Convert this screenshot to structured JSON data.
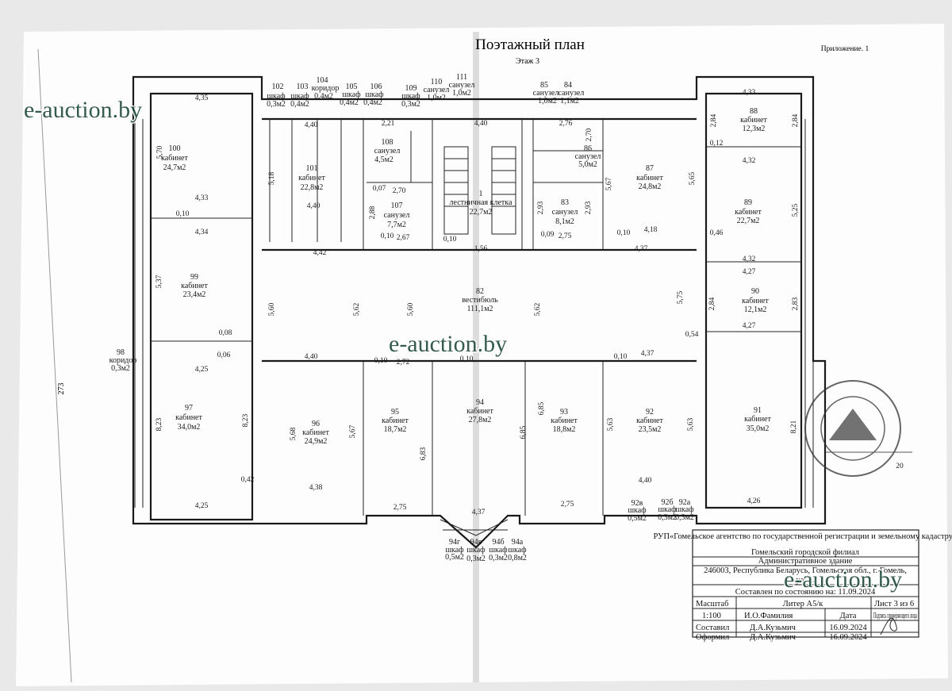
{
  "header": {
    "title": "Поэтажный план",
    "floor": "Этаж 3",
    "appendix": "Приложение. 1",
    "side_number": "273"
  },
  "watermark": "e-auction.by",
  "rooms": [
    {
      "num": "100",
      "name": "кабинет",
      "area": "24,7м2"
    },
    {
      "num": "101",
      "name": "кабинет",
      "area": "22,8м2"
    },
    {
      "num": "102",
      "name": "шкаф",
      "area": "0,3м2"
    },
    {
      "num": "103",
      "name": "шкаф",
      "area": "0,4м2"
    },
    {
      "num": "104",
      "name": "коридор",
      "area": "0,4м2"
    },
    {
      "num": "105",
      "name": "шкаф",
      "area": "0,4м2"
    },
    {
      "num": "106",
      "name": "шкаф",
      "area": "0,4м2"
    },
    {
      "num": "107",
      "name": "санузел",
      "area": "7,7м2"
    },
    {
      "num": "108",
      "name": "санузел",
      "area": "4,5м2"
    },
    {
      "num": "109",
      "name": "шкаф",
      "area": "0,3м2"
    },
    {
      "num": "110",
      "name": "санузел",
      "area": "1,0м2"
    },
    {
      "num": "111",
      "name": "санузел",
      "area": "1,0м2"
    },
    {
      "num": "1",
      "name": "лестничная клетка",
      "area": "22,7м2"
    },
    {
      "num": "85",
      "name": "санузел",
      "area": "1,0м2"
    },
    {
      "num": "84",
      "name": "санузел",
      "area": "1,1м2"
    },
    {
      "num": "86",
      "name": "санузел",
      "area": "5,0м2"
    },
    {
      "num": "83",
      "name": "санузел",
      "area": "8,1м2"
    },
    {
      "num": "87",
      "name": "кабинет",
      "area": "24,8м2"
    },
    {
      "num": "88",
      "name": "кабинет",
      "area": "12,3м2"
    },
    {
      "num": "89",
      "name": "кабинет",
      "area": "22,7м2"
    },
    {
      "num": "90",
      "name": "кабинет",
      "area": "12,1м2"
    },
    {
      "num": "91",
      "name": "кабинет",
      "area": "35,0м2"
    },
    {
      "num": "92",
      "name": "кабинет",
      "area": "23,5м2"
    },
    {
      "num": "92а",
      "name": "шкаф",
      "area": "0,3м2"
    },
    {
      "num": "92б",
      "name": "шкаф",
      "area": "0,3м2"
    },
    {
      "num": "92в",
      "name": "шкаф",
      "area": "0,5м2"
    },
    {
      "num": "93",
      "name": "кабинет",
      "area": "18,8м2"
    },
    {
      "num": "94",
      "name": "кабинет",
      "area": "27,8м2"
    },
    {
      "num": "94а",
      "name": "шкаф",
      "area": "0,8м2"
    },
    {
      "num": "94б",
      "name": "шкаф",
      "area": "0,3м2"
    },
    {
      "num": "94в",
      "name": "шкаф",
      "area": "0,3м2"
    },
    {
      "num": "94г",
      "name": "шкаф",
      "area": "0,5м2"
    },
    {
      "num": "95",
      "name": "кабинет",
      "area": "18,7м2"
    },
    {
      "num": "96",
      "name": "кабинет",
      "area": "24,9м2"
    },
    {
      "num": "97",
      "name": "кабинет",
      "area": "34,0м2"
    },
    {
      "num": "98",
      "name": "коридор",
      "area": "0,3м2"
    },
    {
      "num": "99",
      "name": "кабинет",
      "area": "23,4м2"
    },
    {
      "num": "82",
      "name": "вестибюль",
      "area": "111,1м2"
    }
  ],
  "dims": [
    "4,35",
    "5,70",
    "4,33",
    "0,10",
    "4,34",
    "5,37",
    "0,08",
    "0,06",
    "4,25",
    "8,23",
    "8,23",
    "0,42",
    "4,25",
    "4,40",
    "5,18",
    "4,40",
    "4,42",
    "5,60",
    "5,62",
    "5,60",
    "5,62",
    "2,21",
    "0,07",
    "2,70",
    "2,88",
    "0,10",
    "2,67",
    "4,40",
    "1,56",
    "0,10",
    "2,76",
    "2,70",
    "2,93",
    "2,93",
    "0,09",
    "2,75",
    "5,67",
    "4,18",
    "5,65",
    "0,10",
    "4,37",
    "4,33",
    "2,84",
    "2,84",
    "0,12",
    "4,32",
    "5,25",
    "0,46",
    "4,32",
    "4,27",
    "2,84",
    "2,83",
    "4,27",
    "0,54",
    "5,75",
    "4,40",
    "0,10",
    "2,72",
    "0,10",
    "5,68",
    "5,67",
    "4,38",
    "6,83",
    "2,75",
    "6,85",
    "4,37",
    "6,85",
    "2,75",
    "5,63",
    "4,37",
    "0,10",
    "4,40",
    "5,63",
    "8,21",
    "4,26",
    "20"
  ],
  "title_block": {
    "org": "РУП«Гомельское агентство по государственной регистрации и земельному кадастру»",
    "branch": "Гомельский городской филиал",
    "object": "Административное здание",
    "address1": "246003, Республика Беларусь, Гомельская обл., г. Гомель,",
    "address2": "ул. ...",
    "state_date": "Составлен по состоянию на: 11.09.2024",
    "scale_label": "Масштаб",
    "scale": "1:100",
    "liter": "Литер А5/к",
    "sheet": "Лист  3 из 6",
    "fio_label": "И.О.Фамилия",
    "date_label": "Дата",
    "sign_label": "Подпись проверяющего лица",
    "composed_label": "Составил",
    "composed_by": "Д.А.Кузьмич",
    "composed_date": "16.09.2024",
    "drawn_label": "Оформил",
    "drawn_by": "Д.А.Кузьмич",
    "drawn_date": "16.09.2024"
  }
}
